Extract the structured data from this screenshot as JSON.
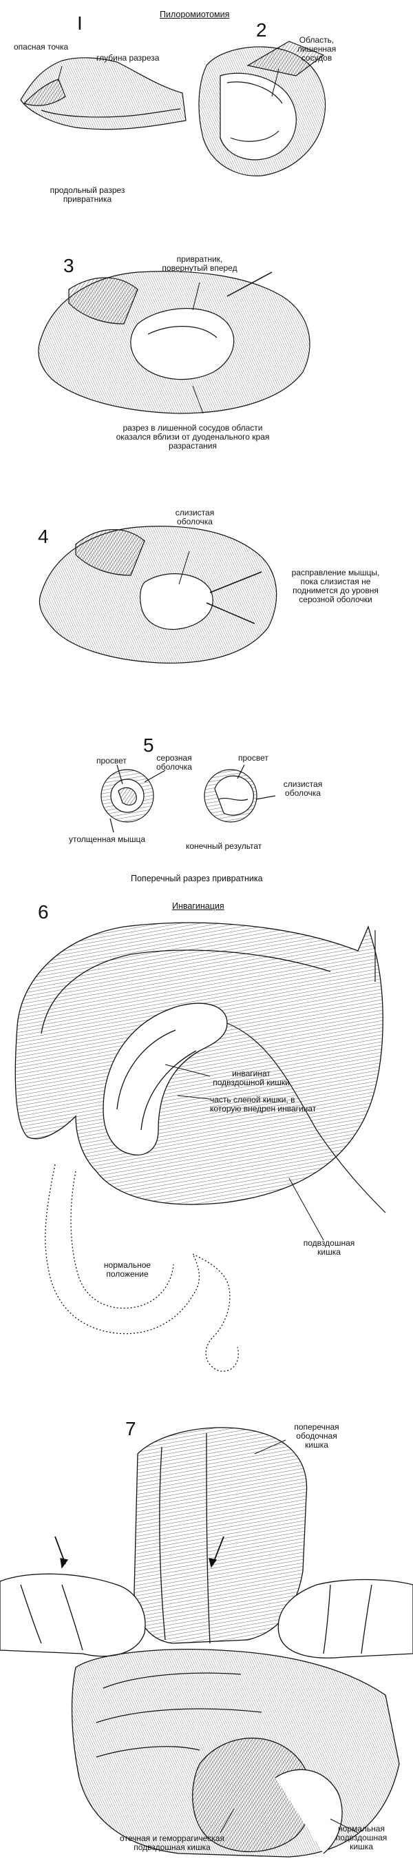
{
  "section1": {
    "title": "Пилоромиотомия",
    "fig1": {
      "number": "I",
      "label_danger": "опасная точка",
      "label_depth": "глубина разреза",
      "caption": "продольный разрез\nпривратника"
    },
    "fig2": {
      "number": "2",
      "label_area": "Область,\nлишенная\nсосудов"
    },
    "fig3": {
      "number": "3",
      "label_top": "привратник,\nповернутый вперед",
      "caption": "разрез в лишенной сосудов области\nоказался вблизи от дуоденального края\nразрастания"
    },
    "fig4": {
      "number": "4",
      "label_top": "слизистая\nоболочка",
      "label_right": "расправление мышцы,\nпока слизистая не\nподнимется до уровня\nсерозной оболочки"
    },
    "fig5": {
      "number": "5",
      "label_lumen1": "просвет",
      "label_serosa": "серозная\nоболочка",
      "label_muscle": "утолщенная мышца",
      "label_lumen2": "просвет",
      "label_mucosa": "слизистая\nоболочка",
      "label_result": "конечный результат"
    },
    "caption": "Поперечный разрез привратника"
  },
  "section2": {
    "title": "Инвагинация",
    "fig6": {
      "number": "6",
      "label_invaginate": "инвагинат\nподвздошной кишки",
      "label_cecum": "часть слепой кишки, в\nкоторую внедрен инвагинат",
      "label_ileum": "подвздошная\nкишка",
      "label_normal": "нормальное\nположение"
    },
    "fig7": {
      "number": "7",
      "label_colon": "поперечная\nободочная\nкишка",
      "label_edematous": "отечная и геморрагическая\nподвздошная кишка",
      "label_normal_ileum": "нормальная\nподвздошная\nкишка"
    }
  }
}
